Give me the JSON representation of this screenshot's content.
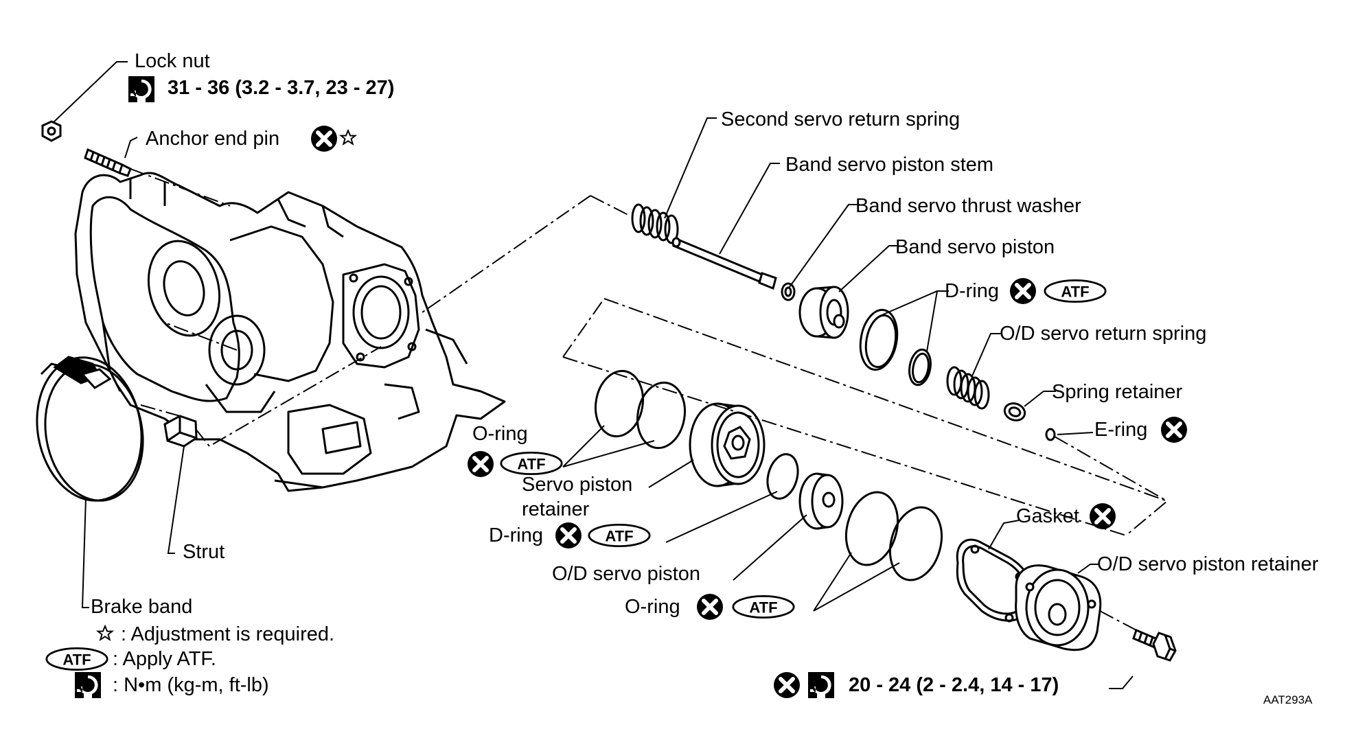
{
  "symbols": {
    "no_reuse_icon": "circle-x-icon",
    "atf_badge": "ATF",
    "torque_icon": "torque-wrench-icon",
    "adjust_icon": "star-icon"
  },
  "callouts": {
    "lock_nut": "Lock nut",
    "lock_nut_torque": "31 - 36 (3.2 - 3.7, 23 - 27)",
    "anchor_end_pin": "Anchor end pin",
    "second_servo_return_spring": "Second servo return spring",
    "band_servo_piston_stem": "Band servo piston stem",
    "band_servo_thrust_washer": "Band servo thrust washer",
    "band_servo_piston": "Band servo piston",
    "d_ring_upper": "D-ring",
    "od_servo_return_spring": "O/D servo return spring",
    "spring_retainer": "Spring retainer",
    "e_ring": "E-ring",
    "o_ring_left": "O-ring",
    "servo_piston_retainer_line1": "Servo piston",
    "servo_piston_retainer_line2": "retainer",
    "d_ring_lower": "D-ring",
    "gasket": "Gasket",
    "od_servo_piston_retainer": "O/D servo piston retainer",
    "od_servo_piston": "O/D servo piston",
    "o_ring_lower": "O-ring",
    "bolt_torque": "20 - 24 (2 - 2.4, 14 - 17)",
    "strut": "Strut",
    "brake_band": "Brake band"
  },
  "legend": {
    "star_text": ": Adjustment is required.",
    "atf_text": ": Apply ATF.",
    "torque_text": ": N•m (kg-m, ft-lb)"
  },
  "figure_ref": "AAT293A"
}
